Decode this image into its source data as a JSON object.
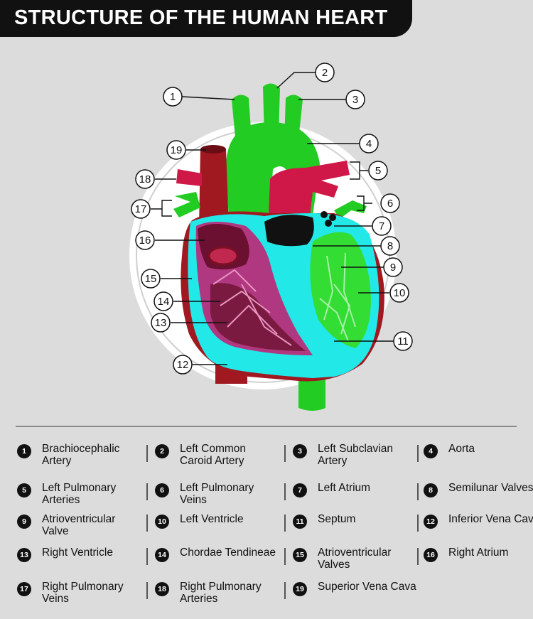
{
  "title": "STRUCTURE OF THE HUMAN HEART",
  "callouts": [
    "1",
    "2",
    "3",
    "4",
    "5",
    "6",
    "7",
    "8",
    "9",
    "10",
    "11",
    "12",
    "13",
    "14",
    "15",
    "16",
    "17",
    "18",
    "19"
  ],
  "legend": [
    {
      "num": "1",
      "label": "Brachiocephalic Artery"
    },
    {
      "num": "2",
      "label": "Left Common Caroid Artery"
    },
    {
      "num": "3",
      "label": "Left Subclavian Artery"
    },
    {
      "num": "4",
      "label": "Aorta"
    },
    {
      "num": "5",
      "label": "Left Pulmonary Arteries"
    },
    {
      "num": "6",
      "label": "Left Pulmonary Veins"
    },
    {
      "num": "7",
      "label": "Left Atrium"
    },
    {
      "num": "8",
      "label": "Semilunar Valves"
    },
    {
      "num": "9",
      "label": "Atrioventricular Valve"
    },
    {
      "num": "10",
      "label": "Left Ventricle"
    },
    {
      "num": "11",
      "label": "Septum"
    },
    {
      "num": "12",
      "label": "Inferior Vena Cava"
    },
    {
      "num": "13",
      "label": "Right Ventricle"
    },
    {
      "num": "14",
      "label": "Chordae Tendineae"
    },
    {
      "num": "15",
      "label": "Atrioventricular Valves"
    },
    {
      "num": "16",
      "label": "Right Atrium"
    },
    {
      "num": "17",
      "label": "Right Pulmonary Veins"
    },
    {
      "num": "18",
      "label": "Right Pulmonary Arteries"
    },
    {
      "num": "19",
      "label": "Superior Vena Cava"
    }
  ],
  "colors": {
    "aorta": "#22cc22",
    "vena_cava": "#a01820",
    "pulmonary_artery": "#d01848",
    "septum_wall": "#22e8e8",
    "right_heart_interior": "#b03880",
    "left_heart_interior": "#33dd33",
    "title_bar": "#111111"
  }
}
